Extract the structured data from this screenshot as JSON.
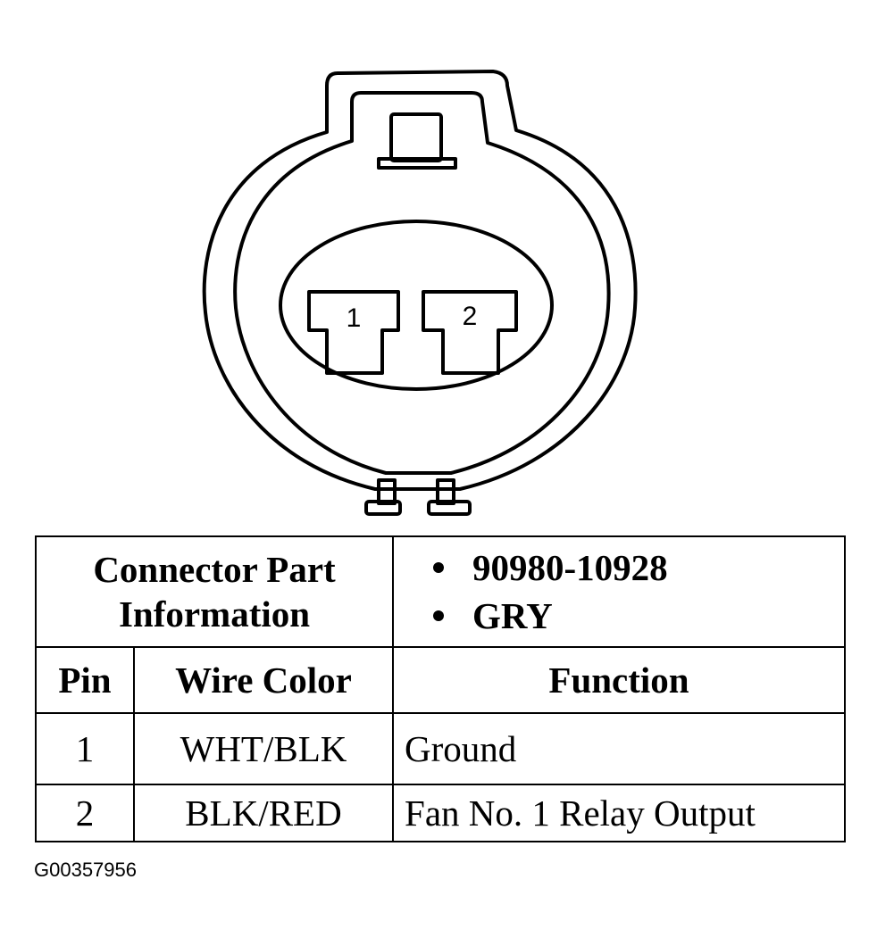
{
  "pins": [
    {
      "number": "1"
    },
    {
      "number": "2"
    }
  ],
  "table": {
    "part_info_label": "Connector Part Information",
    "part_numbers": [
      "90980-10928",
      "GRY"
    ],
    "headers": {
      "pin": "Pin",
      "wire_color": "Wire Color",
      "function": "Function"
    },
    "rows": [
      {
        "pin": "1",
        "wire_color": "WHT/BLK",
        "function": "Ground"
      },
      {
        "pin": "2",
        "wire_color": "BLK/RED",
        "function": "Fan No. 1 Relay Output"
      }
    ]
  },
  "figure_id": "G00357956",
  "colors": {
    "line": "#000000",
    "background": "#ffffff"
  }
}
